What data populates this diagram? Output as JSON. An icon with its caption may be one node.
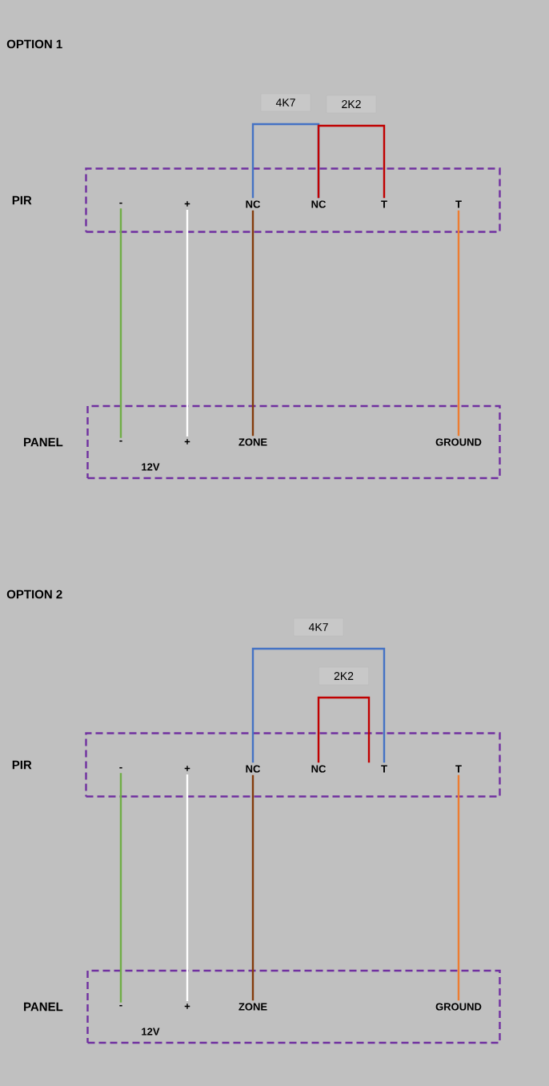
{
  "diagram": {
    "nodes": [
      {
        "text": [
          "PIR"
        ]
      },
      {
        "text": [
          "-"
        ],
        "in": 0
      },
      {
        "text": [
          "+"
        ],
        "in": 0
      },
      {
        "text": [
          "NC"
        ],
        "in": 0
      },
      {
        "text": [
          "NC"
        ],
        "in": 0
      },
      {
        "text": [
          "T"
        ],
        "in": 0
      },
      {
        "text": [
          "T"
        ],
        "in": 0
      },
      {
        "text": [
          "PANEL"
        ]
      },
      {
        "text": [
          "-"
        ],
        "in": 7
      },
      {
        "text": [
          "+"
        ],
        "in": 7
      },
      {
        "text": [
          "ZONE"
        ],
        "in": 7
      },
      {
        "text": [
          "GROUND"
        ],
        "in": 7
      },
      {
        "text": [
          "PIR"
        ]
      },
      {
        "text": [
          "-"
        ],
        "in": 12
      },
      {
        "text": [
          "+"
        ],
        "in": 12
      },
      {
        "text": [
          "NC"
        ],
        "in": 12
      },
      {
        "text": [
          "NC"
        ],
        "in": 12
      },
      {
        "text": [
          "T"
        ],
        "in": 12
      },
      {
        "text": [
          "T"
        ],
        "in": 12
      },
      {
        "text": [
          "PANEL"
        ]
      },
      {
        "text": [
          "-"
        ],
        "in": 19
      },
      {
        "text": [
          "+"
        ],
        "in": 19
      },
      {
        "text": [
          "ZONE"
        ],
        "in": 19
      },
      {
        "text": [
          "GROUND"
        ],
        "in": 19
      }
    ],
    "edges": [
      {
        "from": 1,
        "to": 8,
        "arrow": "none",
        "color": "#70ad47"
      },
      {
        "from": 2,
        "to": 9,
        "arrow": "none",
        "color": "#ffffff"
      },
      {
        "from": 3,
        "to": 10,
        "arrow": "none",
        "color": "#843c0c"
      },
      {
        "from": 6,
        "to": 11,
        "arrow": "none",
        "color": "#ed7d31"
      },
      {
        "from": 3,
        "to": 4,
        "arrow": "none",
        "label": "4K7",
        "color": "#4472c4"
      },
      {
        "from": 4,
        "to": 5,
        "arrow": "none",
        "label": "2K2",
        "color": "#c00000"
      },
      {
        "from": 13,
        "to": 20,
        "arrow": "none",
        "color": "#70ad47"
      },
      {
        "from": 14,
        "to": 21,
        "arrow": "none",
        "color": "#ffffff"
      },
      {
        "from": 15,
        "to": 22,
        "arrow": "none",
        "color": "#843c0c"
      },
      {
        "from": 18,
        "to": 23,
        "arrow": "none",
        "color": "#ed7d31"
      },
      {
        "from": 15,
        "to": 17,
        "arrow": "none",
        "label": "4K7",
        "color": "#4472c4"
      },
      {
        "from": 16,
        "to": 17,
        "arrow": "none",
        "label": "2K2",
        "color": "#c00000"
      }
    ],
    "labels": [
      "OPTION 1",
      "12V",
      "OPTION 2",
      "12V"
    ]
  }
}
